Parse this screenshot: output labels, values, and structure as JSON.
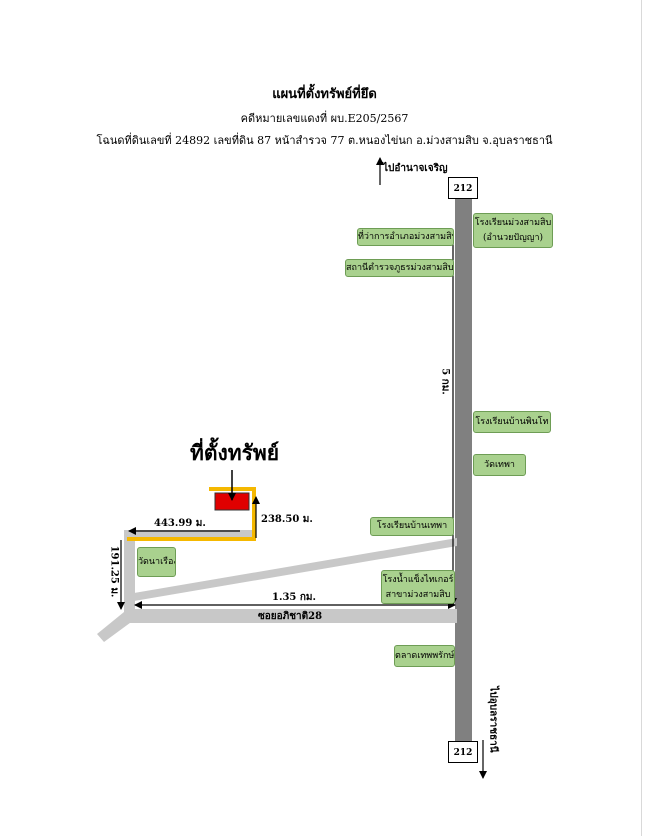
{
  "header": {
    "title": "แผนที่ตั้งทรัพย์ที่ยึด",
    "case": "คดีหมายเลขแดงที่ ผบ.E205/2567",
    "deed": "โฉนดที่ดินเลขที่ 24892 เลขที่ดิน 87 หน้าสำรวจ 77 ต.หนองไข่นก อ.ม่วงสามสิบ จ.อุบลราชธานี"
  },
  "property": {
    "label": "ที่ตั้งทรัพย์"
  },
  "road": {
    "number_top": "212",
    "number_bottom": "212",
    "to_north": "ไปอำนาจเจริญ",
    "to_south": "ไปอุบลราชธานี",
    "distance_vertical": "5 กม.",
    "soi_name": "ซอยอภิชาติ28",
    "distance_soi": "1.35 กม."
  },
  "measurements": {
    "a": "443.99 ม.",
    "b": "238.50 ม.",
    "c": "191.25 ม."
  },
  "landmarks": {
    "district_office": "ที่ว่าการอำเภอม่วงสามสิบ",
    "police_station": "สถานีตำรวจภูธรม่วงสามสิบ",
    "school_muang_line1": "โรงเรียนม่วงสามสิบ",
    "school_muang_line2": "(อำนวยปัญญา)",
    "school_phin": "โรงเรียนบ้านพินโท",
    "wat_thepha": "วัดเทพา",
    "school_thepha": "โรงเรียนบ้านเทพา",
    "ice_line1": "โรงน้ำแข็งไทเกอร์",
    "ice_line2": "สาขาม่วงสามสิบ",
    "market": "ตลาดเทพพรักษ์",
    "wat_na_rueang": "วัดนาเรือง"
  }
}
